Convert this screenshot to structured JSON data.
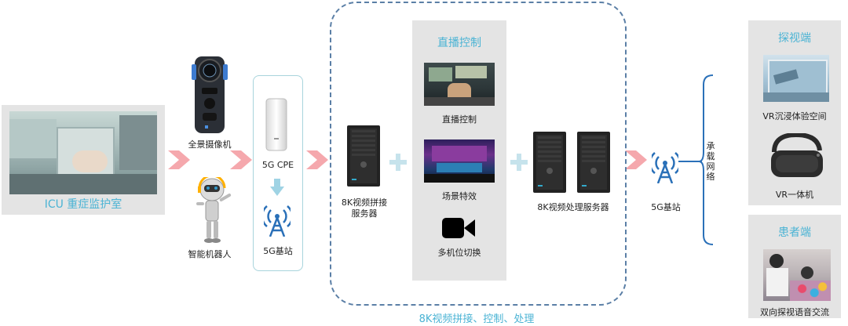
{
  "icu": {
    "title": "ICU 重症监护室"
  },
  "devices": {
    "camera": "全景摄像机",
    "robot": "智能机器人",
    "cpe": "5G CPE",
    "base_station_left": "5G基站",
    "server_left": "8K视频拼接\n服务器",
    "server_right": "8K视频处理服务器",
    "base_station_right": "5G基站"
  },
  "control": {
    "title": "直播控制",
    "items": [
      "直播控制",
      "场景特效",
      "多机位切换"
    ]
  },
  "dashed_group_label": "8K视频拼接、控制、处理",
  "network": {
    "label": "承\n载\n网\n络"
  },
  "visit_panel": {
    "title": "探视端",
    "items": [
      "VR沉浸体验空间",
      "VR一体机"
    ]
  },
  "patient_panel": {
    "title": "患者端",
    "items": [
      "双向探视语音交流"
    ]
  },
  "colors": {
    "accent_cyan": "#4ab3d4",
    "arrow_pink": "#f5a8ad",
    "dashed_border": "#5b7fa6",
    "panel_gray": "#e4e4e4",
    "plus_blue": "#c6e3ec",
    "base_station": "#2a70b8"
  }
}
